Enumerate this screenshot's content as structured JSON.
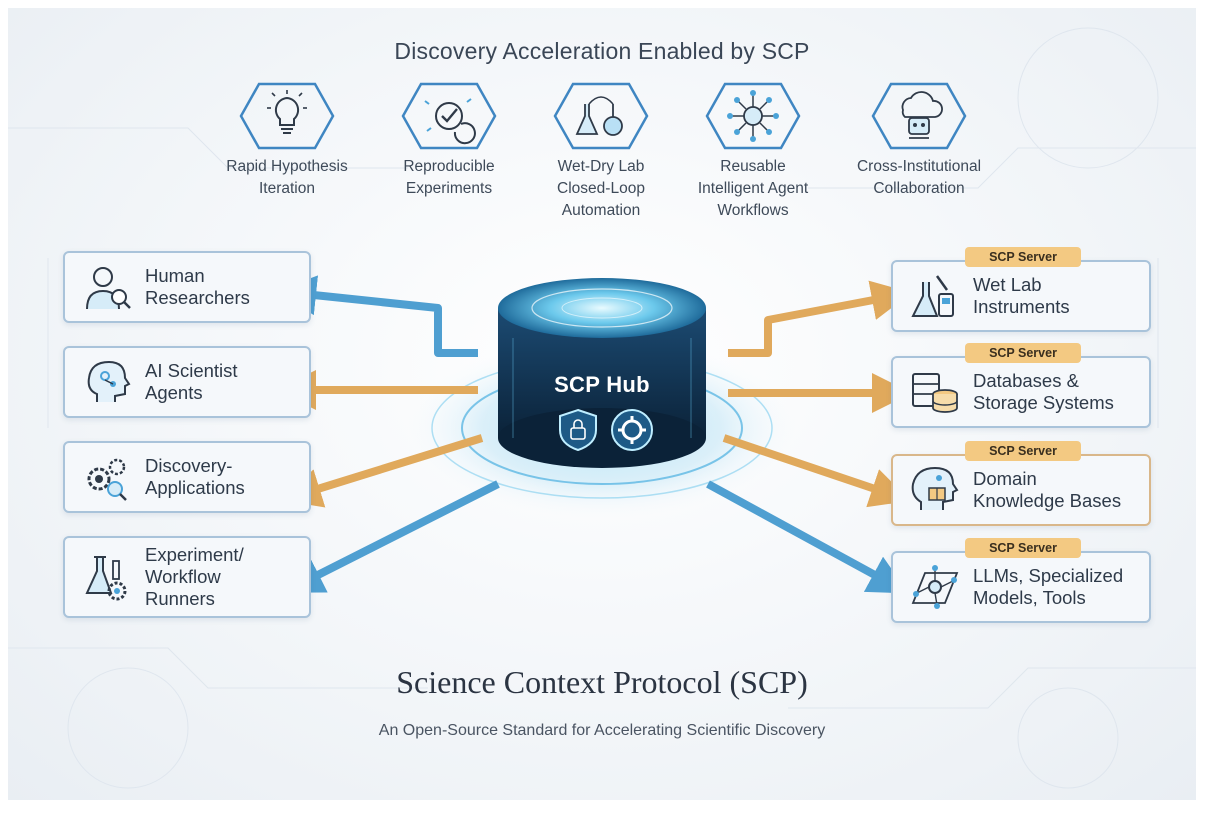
{
  "header": {
    "title": "Discovery Acceleration Enabled by SCP"
  },
  "benefits": [
    {
      "label": "Rapid Hypothesis\nIteration",
      "icon": "lightbulb-icon"
    },
    {
      "label": "Reproducible\nExperiments",
      "icon": "checkmark-target-icon"
    },
    {
      "label": "Wet-Dry Lab\nClosed-Loop\nAutomation",
      "icon": "lab-flasks-icon"
    },
    {
      "label": "Reusable\nIntelligent Agent\nWorkflows",
      "icon": "network-nodes-icon"
    },
    {
      "label": "Cross-Institutional\nCollaboration",
      "icon": "cloud-robot-icon"
    }
  ],
  "clients": [
    {
      "label": "Human\nResearchers",
      "icon": "researcher-icon"
    },
    {
      "label": "AI Scientist\nAgents",
      "icon": "ai-head-icon"
    },
    {
      "label": "Discovery-\nApplications",
      "icon": "gears-magnifier-icon"
    },
    {
      "label": "Experiment/\nWorkflow\nRunners",
      "icon": "flask-gear-icon"
    }
  ],
  "servers": [
    {
      "badge": "SCP Server",
      "label": "Wet Lab\nInstruments",
      "icon": "instrument-flask-icon"
    },
    {
      "badge": "SCP Server",
      "label": "Databases &\nStorage Systems",
      "icon": "database-icon"
    },
    {
      "badge": "SCP Server",
      "label": "Domain\nKnowledge Bases",
      "icon": "knowledge-head-icon"
    },
    {
      "badge": "SCP Server",
      "label": "LLMs, Specialized\nModels, Tools",
      "icon": "model-network-icon"
    }
  ],
  "hub": {
    "title": "SCP Hub",
    "icons": [
      "shield-lock-icon",
      "gear-icon"
    ]
  },
  "footer": {
    "title": "Science Context Protocol (SCP)",
    "subtitle": "An Open-Source Standard for Accelerating Scientific Discovery"
  },
  "colors": {
    "blue_arrow": "#4f9fd1",
    "gold_arrow": "#e0a95c",
    "card_border": "#a9c3da",
    "badge": "#f3c982",
    "hub_dark": "#0f2a44",
    "hub_glow": "#7fd6f5"
  }
}
